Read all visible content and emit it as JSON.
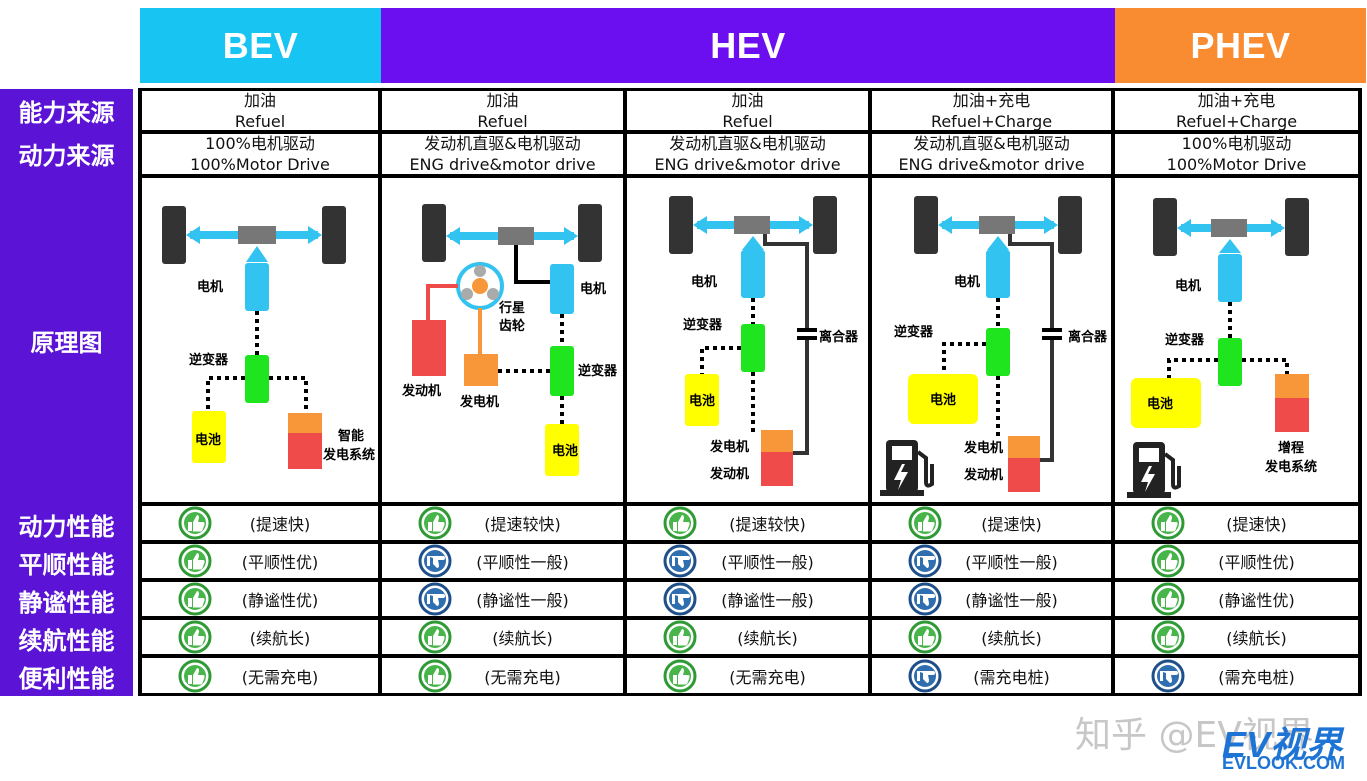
{
  "headers": [
    {
      "label": "BEV",
      "color": "#17c4f2"
    },
    {
      "label": "HEV",
      "color": "#6c0ff0"
    },
    {
      "label": "PHEV",
      "color": "#f98c31"
    }
  ],
  "row_labels": [
    "能力来源",
    "动力来源",
    "原理图",
    "动力性能",
    "平顺性能",
    "静谧性能",
    "续航性能",
    "便利性能"
  ],
  "energy_source": [
    {
      "zh": "加油",
      "en": "Refuel"
    },
    {
      "zh": "加油",
      "en": "Refuel"
    },
    {
      "zh": "加油",
      "en": "Refuel"
    },
    {
      "zh": "加油+充电",
      "en": "Refuel+Charge"
    },
    {
      "zh": "加油+充电",
      "en": "Refuel+Charge"
    }
  ],
  "power_source": [
    {
      "zh": "100%电机驱动",
      "en": "100%Motor Drive"
    },
    {
      "zh": "发动机直驱&电机驱动",
      "en": "ENG drive&motor drive"
    },
    {
      "zh": "发动机直驱&电机驱动",
      "en": "ENG drive&motor drive"
    },
    {
      "zh": "发动机直驱&电机驱动",
      "en": "ENG drive&motor drive"
    },
    {
      "zh": "100%电机驱动",
      "en": "100%Motor Drive"
    }
  ],
  "diagram_labels": {
    "motor": "电机",
    "inverter": "逆变器",
    "battery": "电池",
    "engine": "发动机",
    "generator": "发电机",
    "clutch": "离合器",
    "planetary_1": "行星",
    "planetary_2": "齿轮",
    "smart_gen_1": "智能",
    "smart_gen_2": "发电系统",
    "range_ext_1": "增程",
    "range_ext_2": "发电系统"
  },
  "ratings": [
    [
      {
        "icon": "thumb-up",
        "text": "(提速快)"
      },
      {
        "icon": "thumb-up",
        "text": "(提速较快)"
      },
      {
        "icon": "thumb-up",
        "text": "(提速较快)"
      },
      {
        "icon": "thumb-up",
        "text": "(提速快)"
      },
      {
        "icon": "thumb-up",
        "text": "(提速快)"
      }
    ],
    [
      {
        "icon": "thumb-up",
        "text": "(平顺性优)"
      },
      {
        "icon": "thumb-side",
        "text": "(平顺性一般)"
      },
      {
        "icon": "thumb-side",
        "text": "(平顺性一般)"
      },
      {
        "icon": "thumb-side",
        "text": "(平顺性一般)"
      },
      {
        "icon": "thumb-up",
        "text": "(平顺性优)"
      }
    ],
    [
      {
        "icon": "thumb-up",
        "text": "(静谧性优)"
      },
      {
        "icon": "thumb-side",
        "text": "(静谧性一般)"
      },
      {
        "icon": "thumb-side",
        "text": "(静谧性一般)"
      },
      {
        "icon": "thumb-side",
        "text": "(静谧性一般)"
      },
      {
        "icon": "thumb-up",
        "text": "(静谧性优)"
      }
    ],
    [
      {
        "icon": "thumb-up",
        "text": "(续航长)"
      },
      {
        "icon": "thumb-up",
        "text": "(续航长)"
      },
      {
        "icon": "thumb-up",
        "text": "(续航长)"
      },
      {
        "icon": "thumb-up",
        "text": "(续航长)"
      },
      {
        "icon": "thumb-up",
        "text": "(续航长)"
      }
    ],
    [
      {
        "icon": "thumb-up",
        "text": "(无需充电)"
      },
      {
        "icon": "thumb-up",
        "text": "(无需充电)"
      },
      {
        "icon": "thumb-up",
        "text": "(无需充电)"
      },
      {
        "icon": "thumb-side",
        "text": "(需充电桩)"
      },
      {
        "icon": "thumb-side",
        "text": "(需充电桩)"
      }
    ]
  ],
  "colors": {
    "label_bg": "#5b14d6",
    "motor": "#33c3f0",
    "inverter": "#1ee51e",
    "battery": "#ffff00",
    "engine": "#f04b4b",
    "generator": "#f7973a",
    "thumb_up": "#2f9a35",
    "thumb_side": "#1f4f8a"
  },
  "watermark": "知乎 @EV视界",
  "logo": {
    "big": "EV视界",
    "small": "EVLOOK.COM"
  }
}
